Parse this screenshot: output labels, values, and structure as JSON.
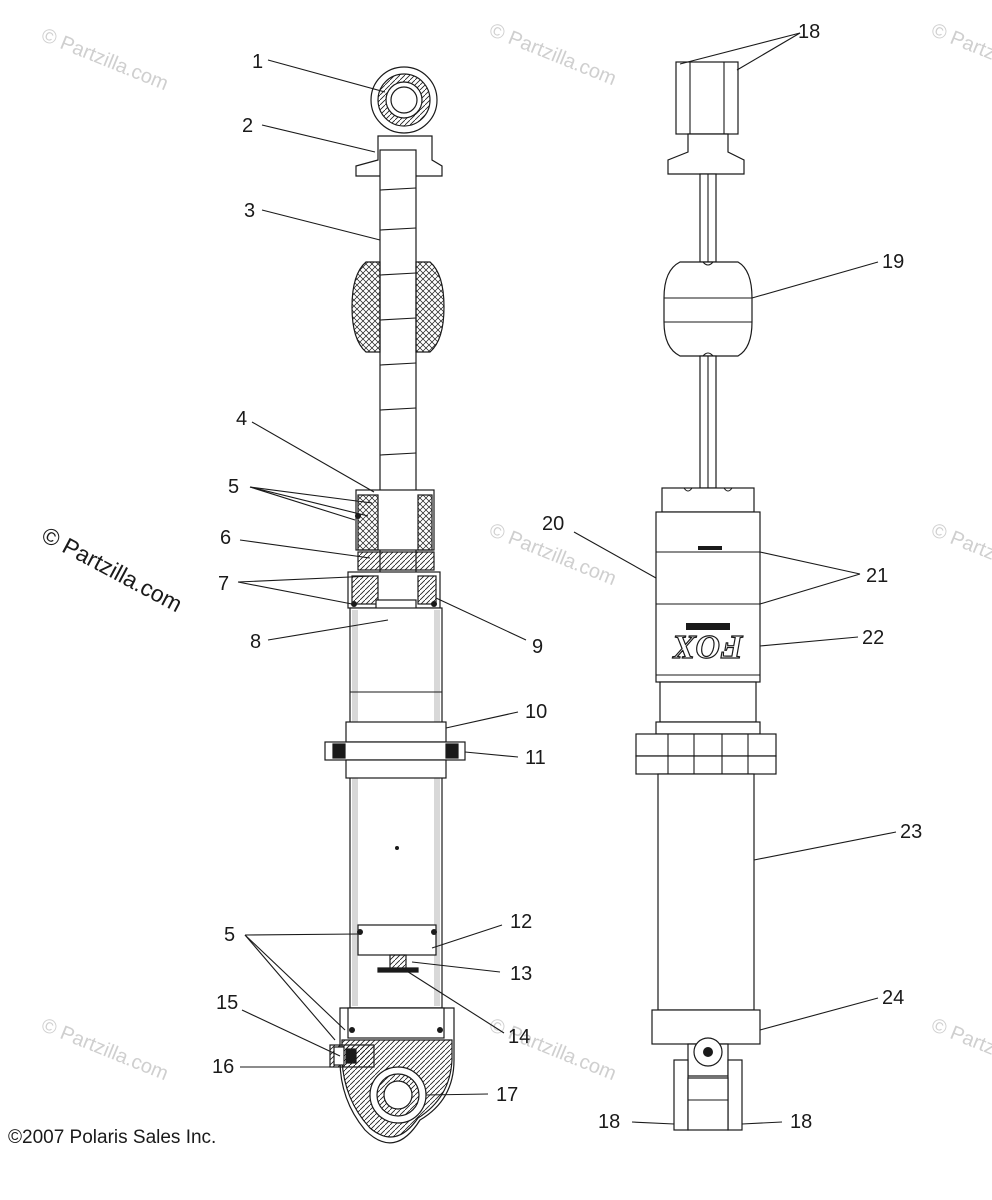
{
  "callouts": {
    "c1": "1",
    "c2": "2",
    "c3": "3",
    "c4": "4",
    "c5a": "5",
    "c5b": "5",
    "c6": "6",
    "c7": "7",
    "c8": "8",
    "c9": "9",
    "c10": "10",
    "c11": "11",
    "c12": "12",
    "c13": "13",
    "c14": "14",
    "c15": "15",
    "c16": "16",
    "c17": "17",
    "c18a": "18",
    "c18b": "18",
    "c18c": "18",
    "c19": "19",
    "c20": "20",
    "c21": "21",
    "c22": "22",
    "c23": "23",
    "c24": "24"
  },
  "watermarks": {
    "main": "© Partzilla.com",
    "faint": "© Partzilla.com"
  },
  "shock_label": "FOX",
  "footer": {
    "copyright": "©2007 Polaris Sales Inc."
  },
  "colors": {
    "line": "#1a1a1a",
    "tube": "#dcdcdc",
    "watermark": "#cfcfcf"
  }
}
